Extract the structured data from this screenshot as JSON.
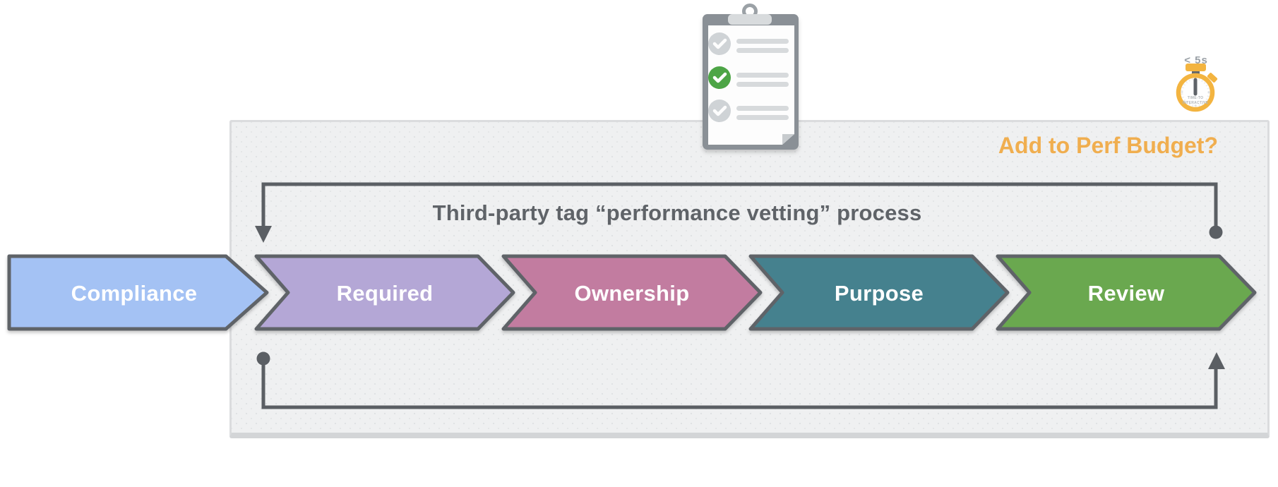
{
  "diagram": {
    "title": "Third-party tag “performance vetting” process",
    "perf_budget_question": "Add to Perf Budget?",
    "steps": [
      {
        "label": "Compliance",
        "color": "#A4C2F4"
      },
      {
        "label": "Required",
        "color": "#B4A7D6"
      },
      {
        "label": "Ownership",
        "color": "#C27BA0"
      },
      {
        "label": "Purpose",
        "color": "#45818E"
      },
      {
        "label": "Review",
        "color": "#6AA84F"
      }
    ],
    "stopwatch": {
      "time_label": "< 5s",
      "face_label_line1": "TIME-TO",
      "face_label_line2": "INTERACTIVE",
      "ring_color": "#F3B440"
    },
    "clipboard": {
      "items": [
        {
          "state": "unchecked"
        },
        {
          "state": "checked"
        },
        {
          "state": "unchecked"
        }
      ],
      "check_green": "#4DA546",
      "check_gray": "#CFD3D6"
    },
    "colors": {
      "outline": "#5F6368",
      "loop_line": "#5B5F64",
      "accent_orange": "#F0AE4F",
      "panel_bg": "#EFF0F1"
    }
  }
}
